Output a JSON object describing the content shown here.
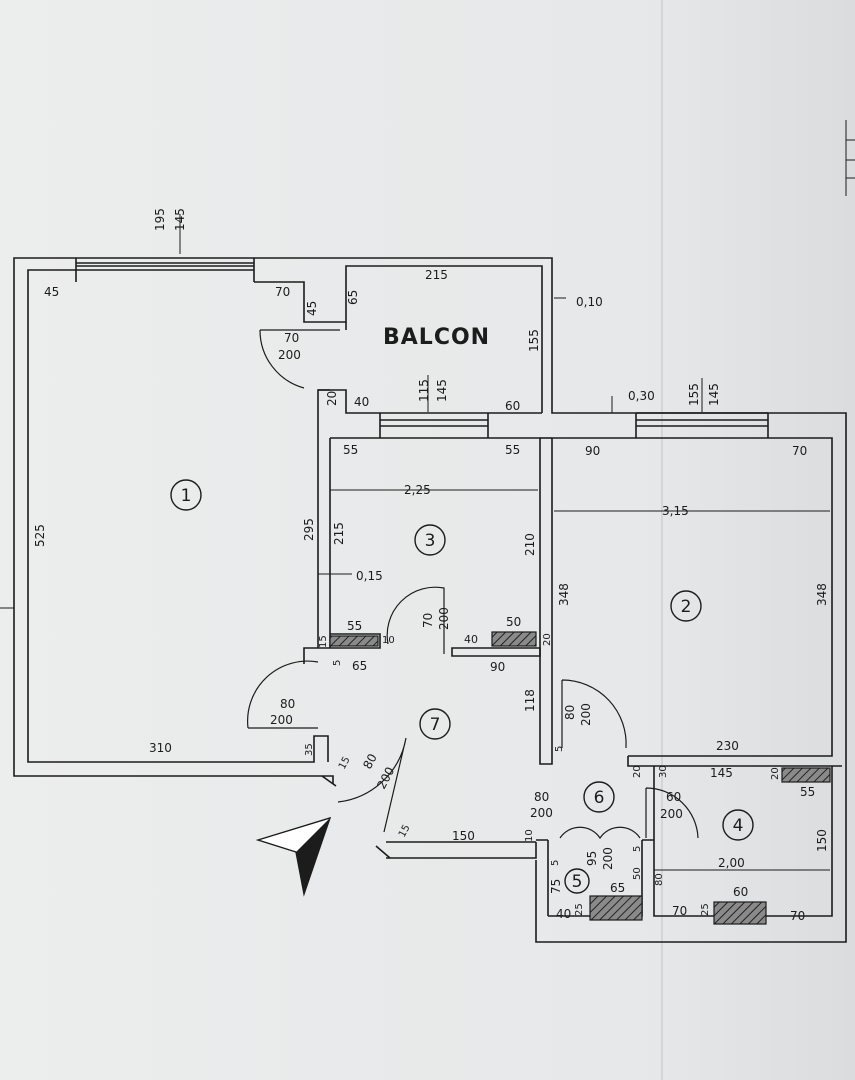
{
  "colors": {
    "paper": "#ebecec",
    "paper_right": "#dfe1e2",
    "ink": "#1c1c1c",
    "hatch": "#555555"
  },
  "icons": {
    "north_arrow": "north-arrow-icon"
  },
  "rooms": [
    "1",
    "2",
    "3",
    "4",
    "5",
    "6",
    "7"
  ],
  "balcony_label": "BALCON",
  "dims": {
    "window1_a": "195",
    "window1_b": "145",
    "balcony_width": "215",
    "balcony_depth": "155",
    "balcony_offset": "0,10",
    "r1_top_left": "45",
    "r1_top_right": "70",
    "balc_wall_a": "45",
    "balc_wall_b": "65",
    "door1_w": "70",
    "door1_h": "200",
    "balc_wall_c": "20",
    "balc_wall_d": "40",
    "window3_a": "115",
    "window3_b": "145",
    "r3_win_right": "60",
    "offset_030": "0,30",
    "window2_a": "155",
    "window2_b": "145",
    "r2_top_left": "90",
    "r2_top_right": "70",
    "r1_height": "525",
    "r1_side": "295",
    "r1_bottom": "310",
    "r3_top_left": "55",
    "r3_top_right": "55",
    "r3_width": "2,25",
    "r3_wall_a": "215",
    "r3_side": "210",
    "r3_offset": "0,15",
    "r3_closet_left": "55",
    "r3_closet_a": "10",
    "r3_closet_b": "15",
    "r3_door_w": "70",
    "r3_door_h": "200",
    "r3_closet_right": "50",
    "r3_closet_c": "40",
    "r3_closet_d": "20",
    "r2_width": "3,15",
    "r2_left": "348",
    "r2_right": "348",
    "h_a": "5",
    "h_b": "65",
    "h_c": "90",
    "h_d": "118",
    "door2_w": "80",
    "door2_h": "200",
    "door7_w": "80",
    "door7_h": "200",
    "r2_bottom": "230",
    "h_e": "5",
    "h_f": "35",
    "entry_a": "15",
    "entry_w": "80",
    "entry_h": "200",
    "r4_a": "20",
    "r4_b": "30",
    "r4_c": "145",
    "r4_d": "20",
    "r4_e": "55",
    "door6_w": "80",
    "door6_h": "200",
    "door4_w": "60",
    "door4_h": "200",
    "r4_height": "150",
    "r4_width": "2,00",
    "r5_door_w": "95",
    "r5_door_h": "200",
    "r5_a": "5",
    "r5_b": "5",
    "r5_c": "50",
    "r5_side": "75",
    "r5_d": "25",
    "r5_e": "40",
    "r5_f": "65",
    "r4_f": "80",
    "r4_g": "60",
    "r4_h": "70",
    "r4_i": "25",
    "r4_j": "70",
    "bottom_a": "15",
    "bottom_w": "150",
    "bottom_b": "10"
  }
}
